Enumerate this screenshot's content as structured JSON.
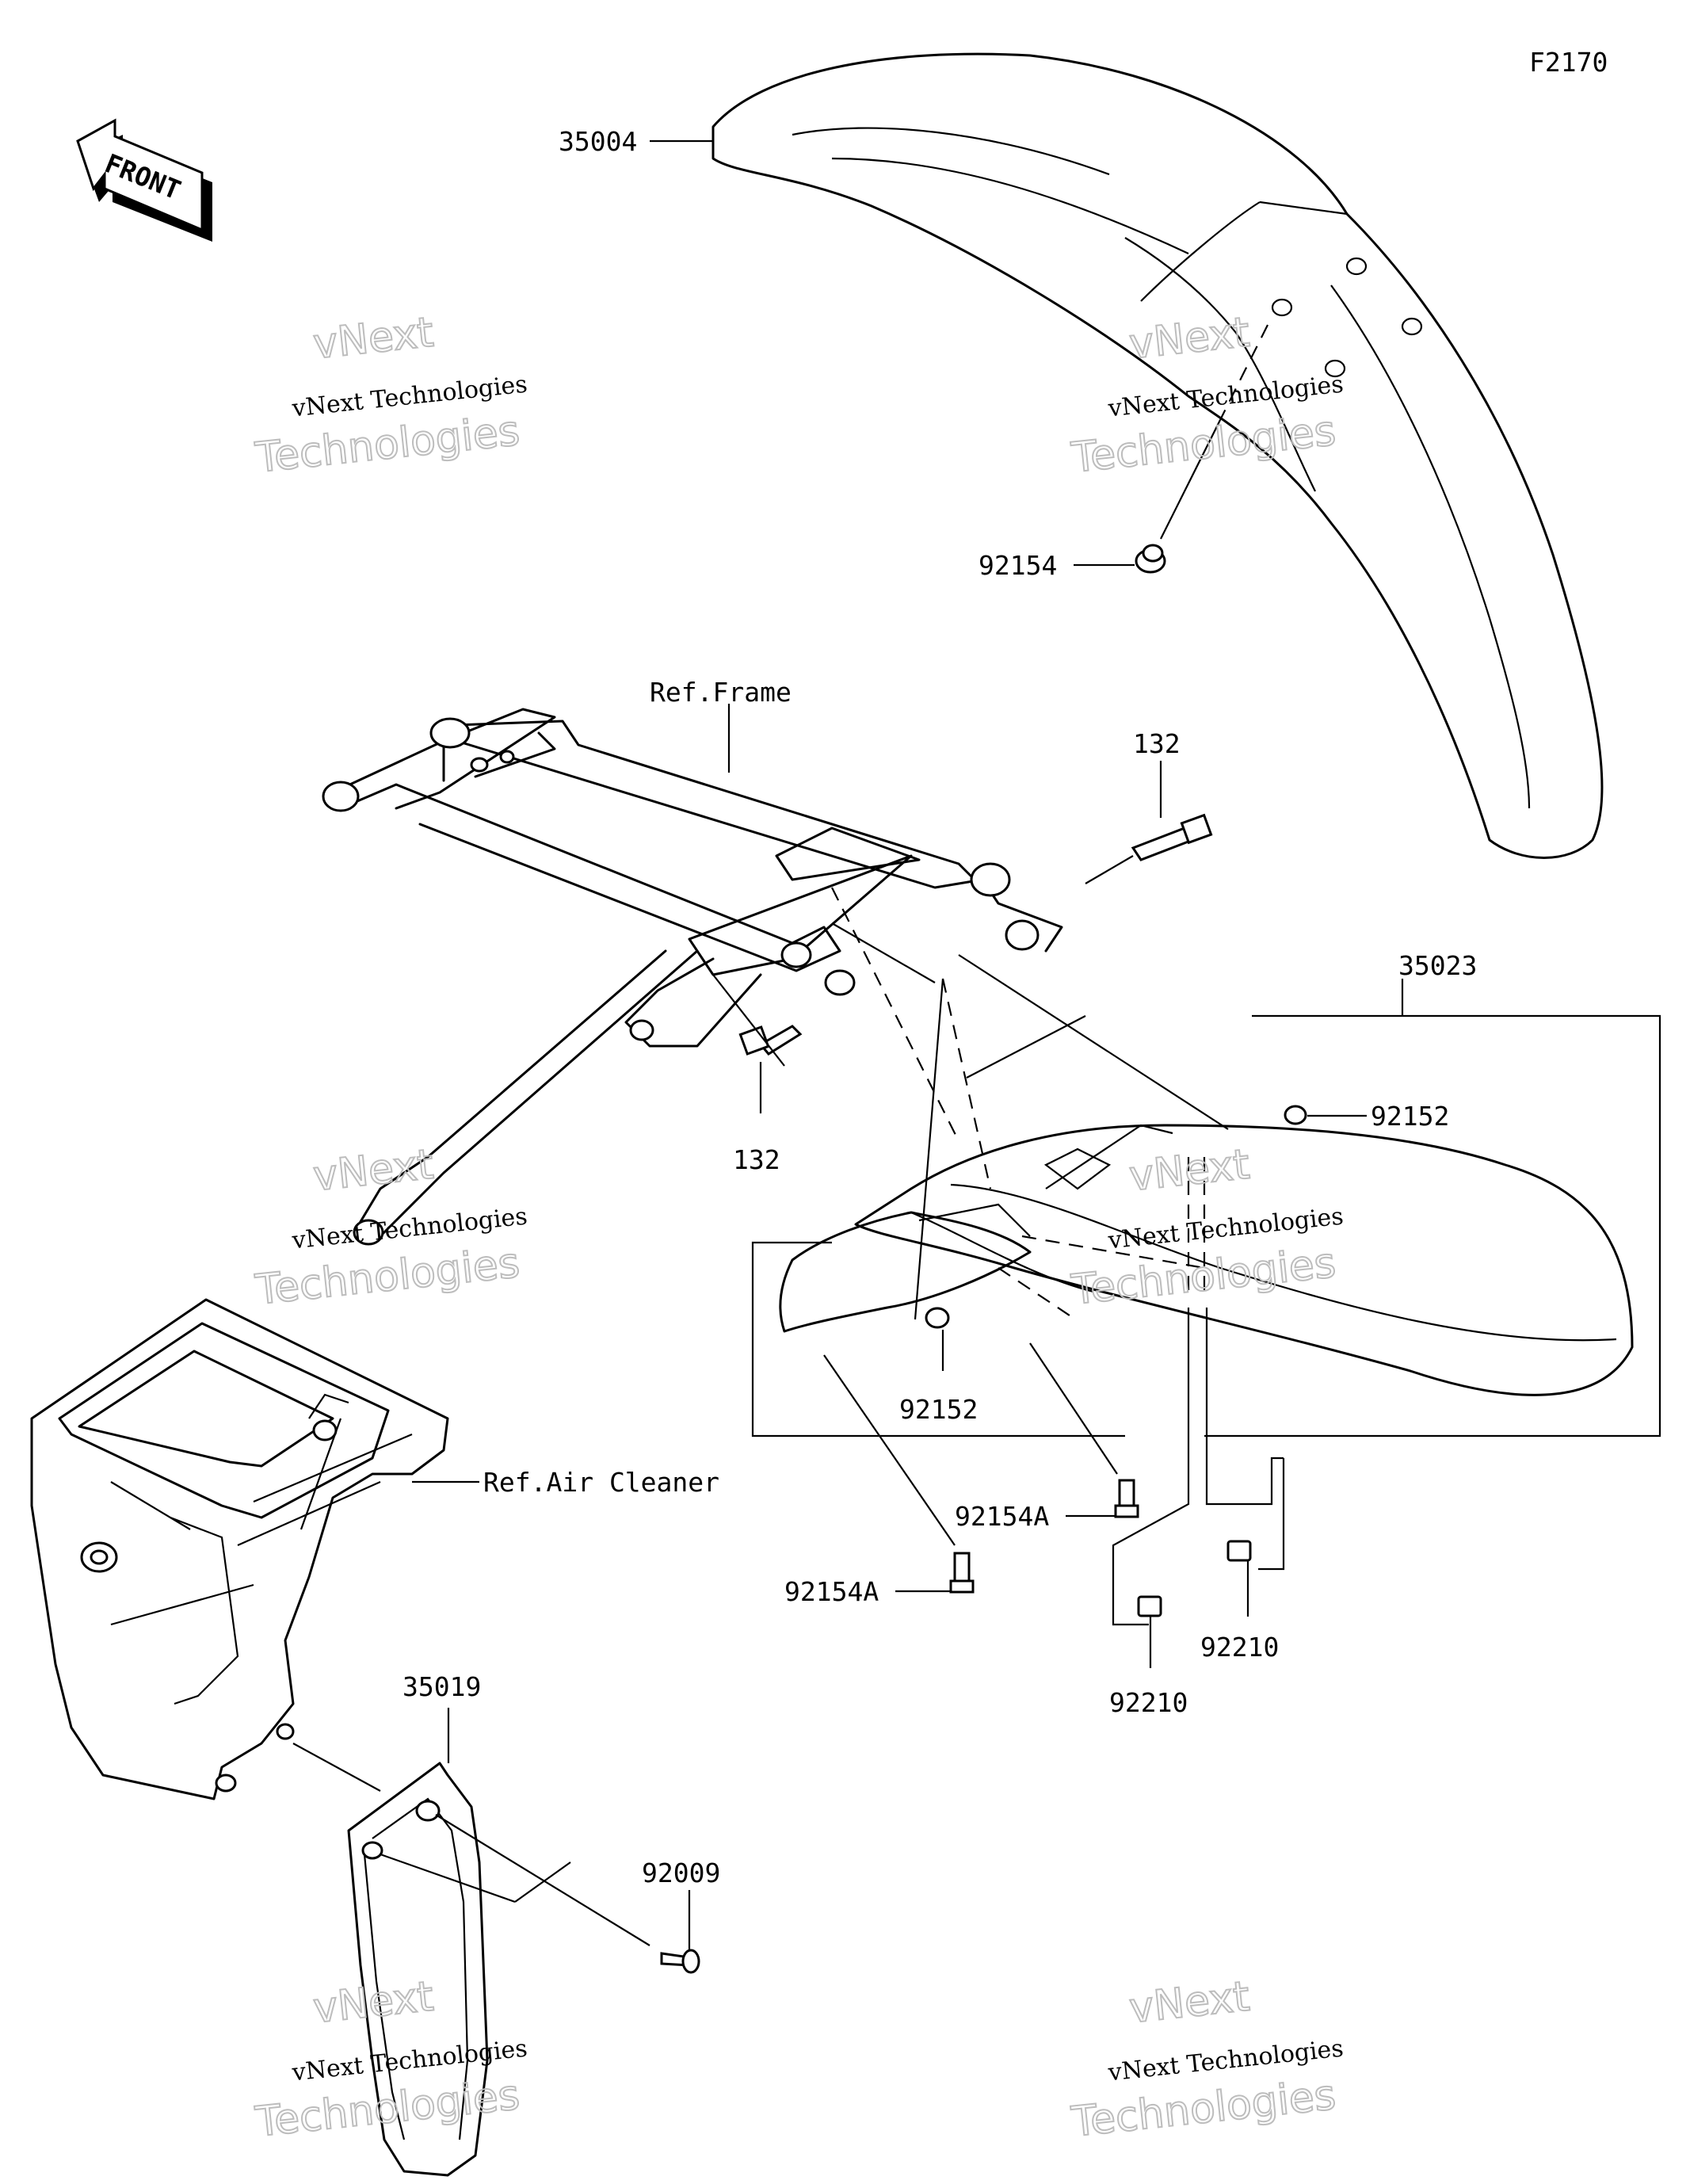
{
  "figure_code": "F2170",
  "front_arrow_text": "FRONT",
  "labels": {
    "front_fender": "35004",
    "front_fender_bolt": "92154",
    "ref_frame": "Ref.Frame",
    "bolt_upper": "132",
    "bolt_lower": "132",
    "rear_fender_assy": "35023",
    "collar_right": "92152",
    "collar_left": "92152",
    "ref_air_cleaner": "Ref.Air Cleaner",
    "bolt_a_right": "92154A",
    "bolt_a_left": "92154A",
    "nut_right": "92210",
    "nut_left": "92210",
    "side_cover": "35019",
    "side_cover_screw": "92009"
  },
  "watermark": {
    "line1": "vNext",
    "line2": "vNext Technologies",
    "line3": "Technologies"
  }
}
